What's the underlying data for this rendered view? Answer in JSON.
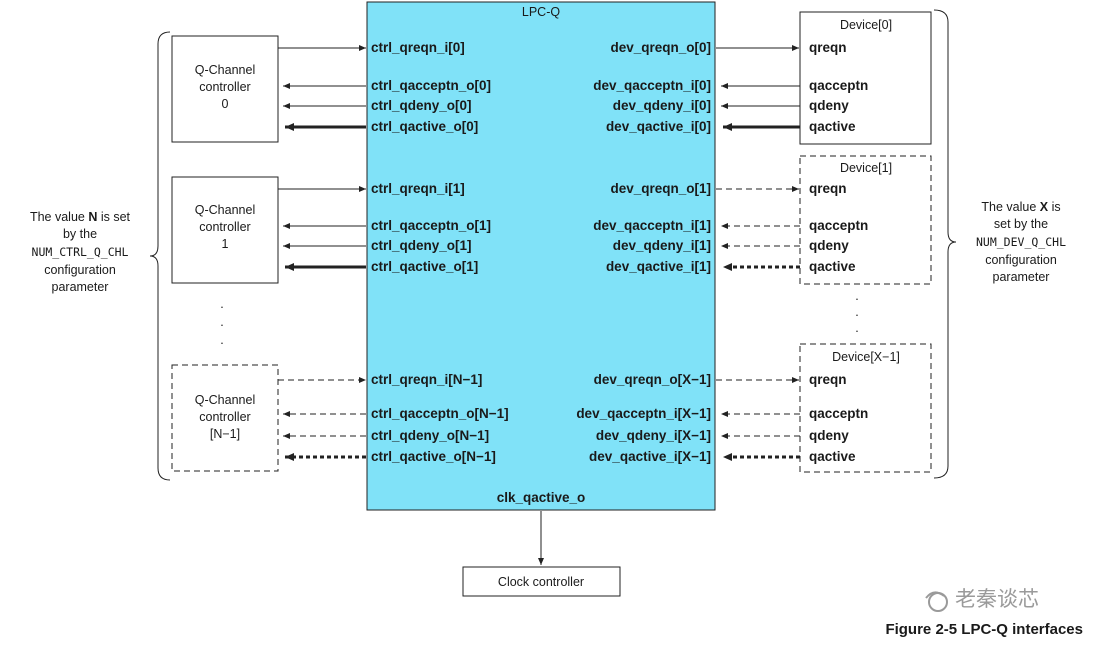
{
  "lpc": {
    "title": "LPC-Q",
    "clk_signal": "clk_qactive_o"
  },
  "controllers": [
    {
      "lines": [
        "Q-Channel",
        "controller",
        "0"
      ],
      "signals": [
        "ctrl_qreqn_i[0]",
        "ctrl_qacceptn_o[0]",
        "ctrl_qdeny_o[0]",
        "ctrl_qactive_o[0]"
      ]
    },
    {
      "lines": [
        "Q-Channel",
        "controller",
        "1"
      ],
      "signals": [
        "ctrl_qreqn_i[1]",
        "ctrl_qacceptn_o[1]",
        "ctrl_qdeny_o[1]",
        "ctrl_qactive_o[1]"
      ]
    },
    {
      "lines": [
        "Q-Channel",
        "controller",
        "[N−1]"
      ],
      "signals": [
        "ctrl_qreqn_i[N−1]",
        "ctrl_qacceptn_o[N−1]",
        "ctrl_qdeny_o[N−1]",
        "ctrl_qactive_o[N−1]"
      ]
    }
  ],
  "devices": [
    {
      "title": "Device[0]",
      "signals": [
        "dev_qreqn_o[0]",
        "dev_qacceptn_i[0]",
        "dev_qdeny_i[0]",
        "dev_qactive_i[0]"
      ]
    },
    {
      "title": "Device[1]",
      "signals": [
        "dev_qreqn_o[1]",
        "dev_qacceptn_i[1]",
        "dev_qdeny_i[1]",
        "dev_qactive_i[1]"
      ]
    },
    {
      "title": "Device[X−1]",
      "signals": [
        "dev_qreqn_o[X−1]",
        "dev_qacceptn_i[X−1]",
        "dev_qdeny_i[X−1]",
        "dev_qactive_i[X−1]"
      ]
    }
  ],
  "device_ports": [
    "qreqn",
    "qacceptn",
    "qdeny",
    "qactive"
  ],
  "left_note": {
    "line1_pre": "The value ",
    "line1_var": "N",
    "line1_post": " is set",
    "line2": "by the",
    "param": "NUM_CTRL_Q_CHL",
    "line4": "configuration",
    "line5": "parameter"
  },
  "right_note": {
    "line1_pre": "The value ",
    "line1_var": "X",
    "line1_post": " is",
    "line2": "set by the",
    "param": "NUM_DEV_Q_CHL",
    "line4": "configuration",
    "line5": "parameter"
  },
  "clock_controller": "Clock controller",
  "caption": "Figure 2-5  LPC-Q interfaces",
  "watermark": "老秦谈芯",
  "ellipsis": ".",
  "colors": {
    "lpc_fill": "#80E2F8",
    "line": "#222222"
  }
}
